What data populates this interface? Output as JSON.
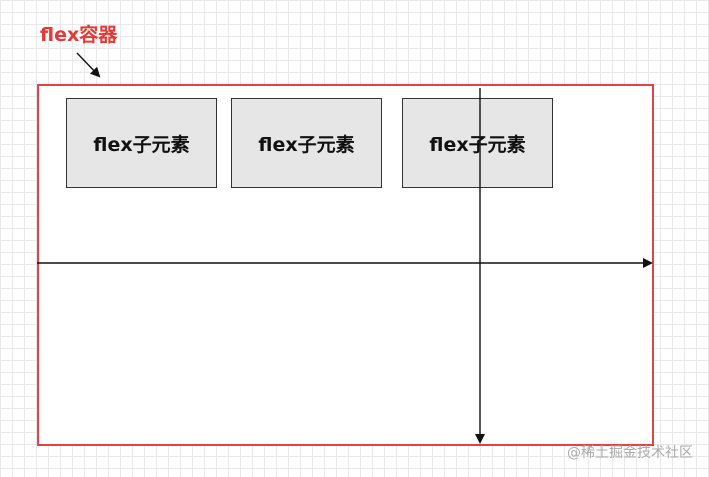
{
  "container_label": "flex容器",
  "children": [
    {
      "label": "flex子元素"
    },
    {
      "label": "flex子元素"
    },
    {
      "label": "flex子元素"
    }
  ],
  "watermark": "@稀土掘金技术社区",
  "colors": {
    "container_border": "#e04444",
    "label": "#e53935",
    "child_fill": "#e6e6e6",
    "child_border": "#333333",
    "grid": "#e9e9e9",
    "arrow": "#111111"
  }
}
